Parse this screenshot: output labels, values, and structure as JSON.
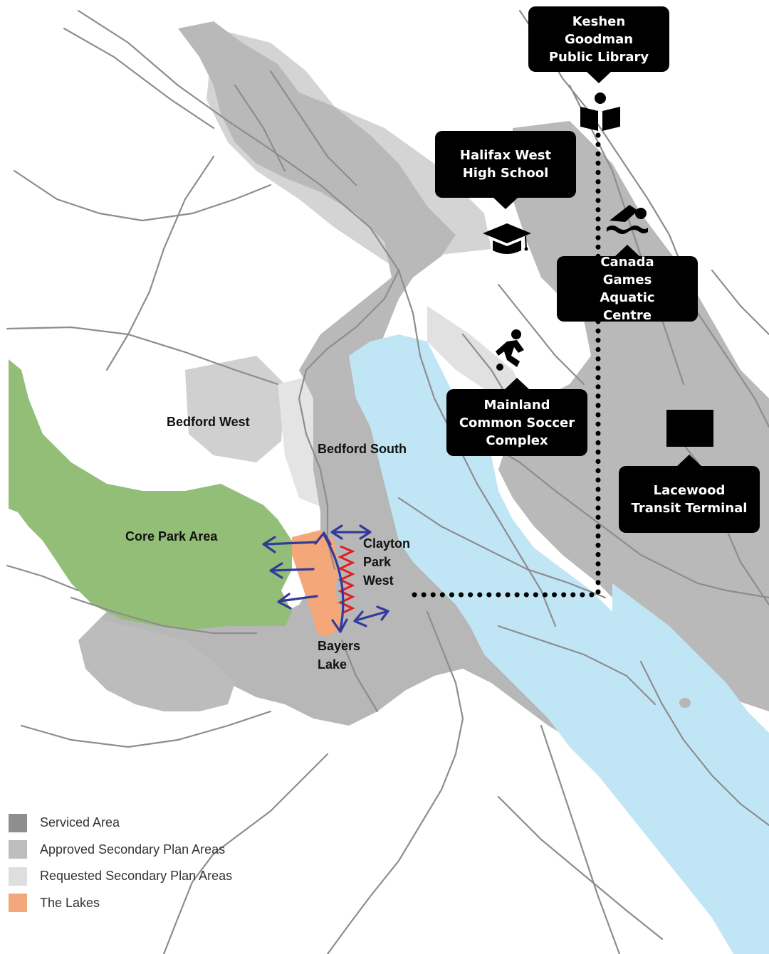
{
  "callouts": {
    "library": "Keshen Goodman Public Library",
    "school": "Halifax West High School",
    "aquatic": "Canada Games Aquatic Centre",
    "soccer": "Mainland Common Soccer Complex",
    "transit": "Lacewood Transit Terminal"
  },
  "places": {
    "bedford_west": "Bedford West",
    "bedford_south": "Bedford South",
    "core_park": "Core Park Area",
    "clayton_park_west": "Clayton Park West",
    "bayers_lake": "Bayers Lake"
  },
  "legend": [
    {
      "label": "Serviced Area",
      "color": "#8e8e8e"
    },
    {
      "label": "Approved Secondary Plan Areas",
      "color": "#bdbdbd"
    },
    {
      "label": "Requested Secondary Plan Areas",
      "color": "#dedede"
    },
    {
      "label": "The Lakes",
      "color": "#f4a77a"
    }
  ],
  "colors": {
    "serviced": "#b7b7b7",
    "approved": "#cdcdcd",
    "requested": "#e6e6e6",
    "water": "#bfe6f5",
    "park": "#91bd76",
    "lakes": "#f4a77a",
    "arrows": "#343a9a",
    "zigzag": "#e02020"
  },
  "icons": {
    "library": "book-reader-icon",
    "school": "graduation-cap-icon",
    "aquatic": "swimmer-icon",
    "soccer": "soccer-player-icon",
    "transit": "bus-terminal-icon"
  }
}
